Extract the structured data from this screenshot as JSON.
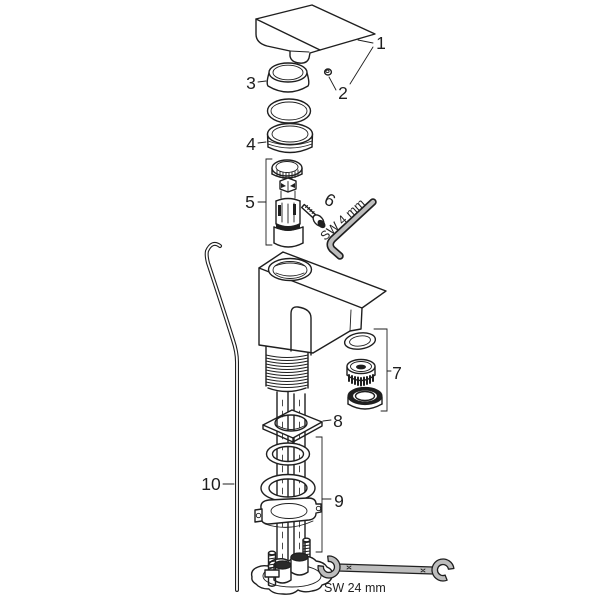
{
  "figure": {
    "kind": "exploded-view parts diagram",
    "subject": "single-lever basin mixer faucet",
    "background_color": "#ffffff",
    "line_color": "#1f1f1f",
    "tool_fill_color": "#bdbdbd"
  },
  "callouts": {
    "c1": "1",
    "c2": "2",
    "c3": "3",
    "c4": "4",
    "c5": "5",
    "c6": "6",
    "c7": "7",
    "c8": "8",
    "c9": "9",
    "c10": "10"
  },
  "tool_labels": {
    "allen_key": "SW 4 mm",
    "wrench": "SW 24 mm"
  },
  "parts": [
    {
      "callout": "1",
      "name": "lever-handle"
    },
    {
      "callout": "2",
      "name": "handle-screw"
    },
    {
      "callout": "3",
      "name": "escutcheon-sleeve"
    },
    {
      "callout": "4",
      "name": "cartridge-retaining-nut"
    },
    {
      "callout": "5",
      "name": "cartridge"
    },
    {
      "callout": "6",
      "name": "set-screw"
    },
    {
      "callout": "7",
      "name": "aerator-set"
    },
    {
      "callout": "8",
      "name": "square-base-gasket"
    },
    {
      "callout": "9",
      "name": "o-ring-and-fastening-set"
    },
    {
      "callout": "10",
      "name": "connection-hose"
    }
  ]
}
